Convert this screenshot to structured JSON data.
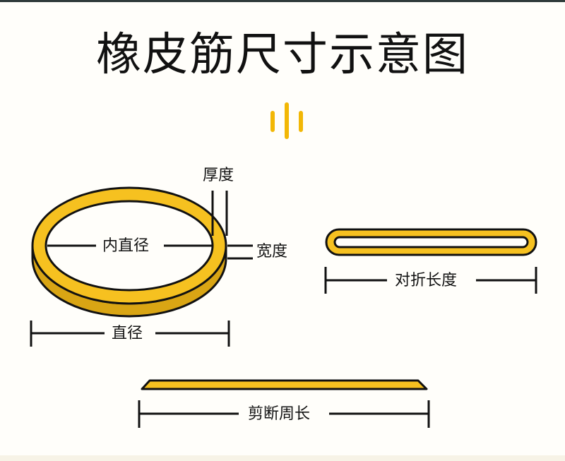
{
  "title": "橡皮筋尺寸示意图",
  "labels": {
    "thickness": "厚度",
    "inner_diameter": "内直径",
    "width": "宽度",
    "diameter": "直径",
    "folded_length": "对折长度",
    "cut_perimeter": "剪断周长"
  },
  "colors": {
    "band_yellow": "#f6c120",
    "band_side": "#d9a514",
    "outline": "#111111",
    "accent": "#f2b705"
  }
}
